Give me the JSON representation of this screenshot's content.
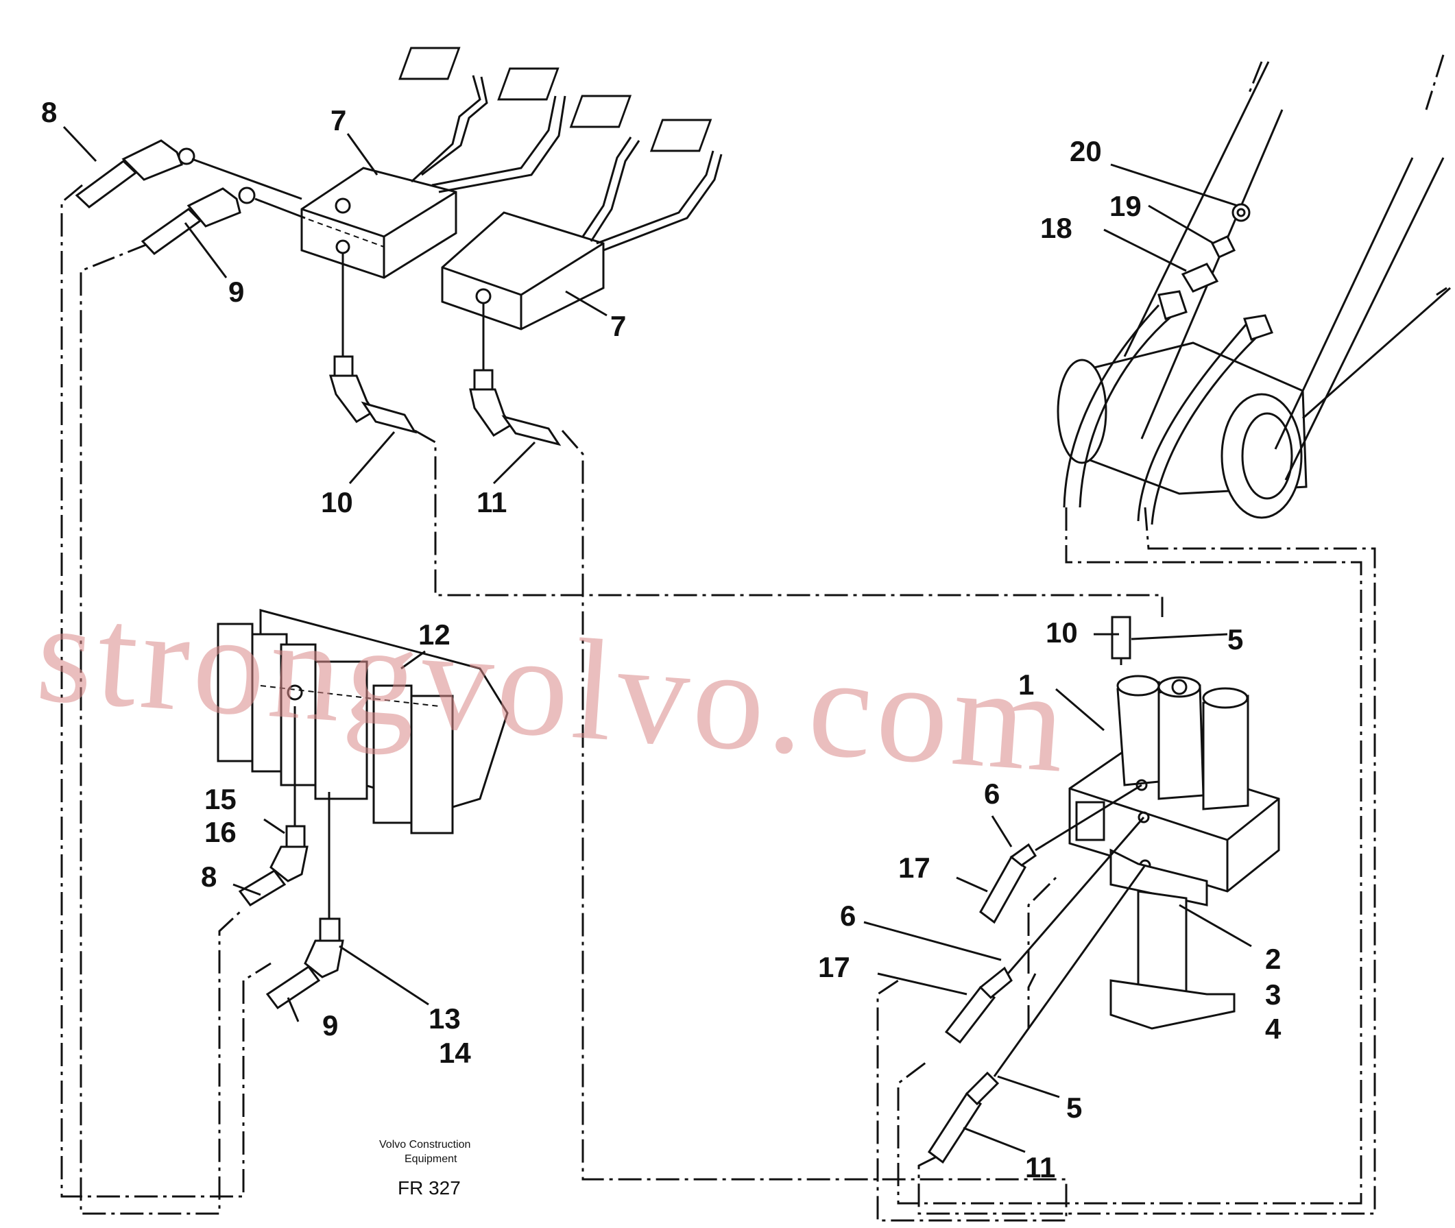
{
  "labels": {
    "l8a": "8",
    "l7a": "7",
    "l9a": "9",
    "l7b": "7",
    "l10a": "10",
    "l11a": "11",
    "l20": "20",
    "l19": "19",
    "l18": "18",
    "l12": "12",
    "l10b": "10",
    "l5a": "5",
    "l1": "1",
    "l15": "15",
    "l16": "16",
    "l8b": "8",
    "l9b": "9",
    "l13": "13",
    "l14": "14",
    "l6a": "6",
    "l17a": "17",
    "l6b": "6",
    "l17b": "17",
    "l2": "2",
    "l3": "3",
    "l4": "4",
    "l5b": "5",
    "l11b": "11"
  },
  "caption": {
    "line1": "Volvo Construction",
    "line2": "Equipment",
    "code": "FR 327"
  },
  "watermark": "strongvolvo.com"
}
